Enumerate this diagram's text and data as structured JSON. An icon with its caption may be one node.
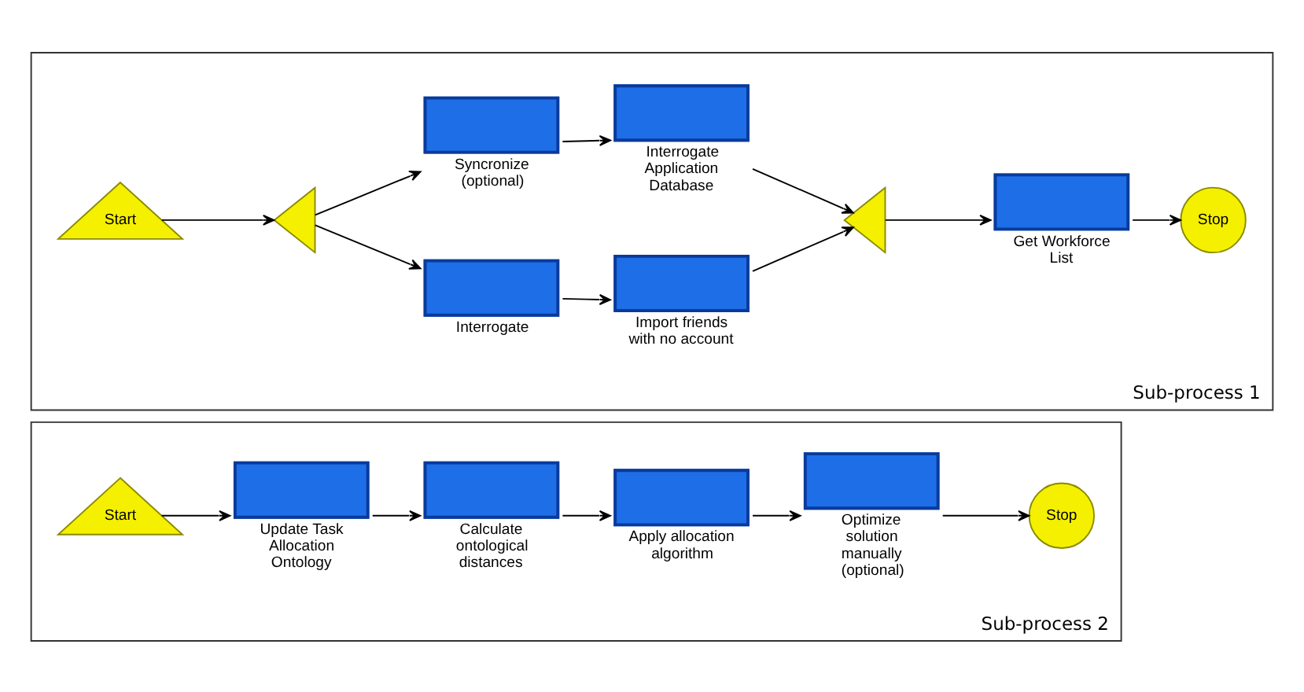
{
  "diagram": {
    "nodes": [
      {
        "text": [
          "Sub-process 1"
        ]
      },
      {
        "text": [
          "Start"
        ],
        "in": 0
      },
      {
        "text": [],
        "shape": "triangle",
        "in": 0
      },
      {
        "text": [
          "Interrogate"
        ],
        "in": 0
      },
      {
        "text": [
          "Import friends with no account"
        ],
        "in": 0
      },
      {
        "text": [
          "Syncronize (optional)"
        ],
        "in": 0
      },
      {
        "text": [
          "Interrogate Application Database"
        ],
        "in": 0
      },
      {
        "text": [],
        "shape": "triangle",
        "in": 0
      },
      {
        "text": [
          "Get Workforce List"
        ],
        "in": 0
      },
      {
        "text": [
          "Stop"
        ],
        "in": 0
      },
      {
        "text": [
          "Sub-process 2"
        ]
      },
      {
        "text": [
          "Start"
        ],
        "in": 10
      },
      {
        "text": [
          "Update Task Allocation Ontology"
        ],
        "in": 10
      },
      {
        "text": [
          "Calculate ontological distances"
        ],
        "in": 10
      },
      {
        "text": [
          "Apply allocation algorithm"
        ],
        "in": 10
      },
      {
        "text": [
          "Optimize solution manually (optional)"
        ],
        "in": 10
      },
      {
        "text": [
          "Stop"
        ],
        "in": 10
      }
    ],
    "edges": [
      {
        "from": 1,
        "to": 2,
        "arrow": "to"
      },
      {
        "from": 2,
        "to": 3,
        "arrow": "to"
      },
      {
        "from": 2,
        "to": 5,
        "arrow": "to"
      },
      {
        "from": 3,
        "to": 4,
        "arrow": "to"
      },
      {
        "from": 5,
        "to": 6,
        "arrow": "to"
      },
      {
        "from": 4,
        "to": 7,
        "arrow": "to"
      },
      {
        "from": 6,
        "to": 7,
        "arrow": "to"
      },
      {
        "from": 7,
        "to": 8,
        "arrow": "to"
      },
      {
        "from": 8,
        "to": 9,
        "arrow": "to"
      },
      {
        "from": 11,
        "to": 12,
        "arrow": "to"
      },
      {
        "from": 12,
        "to": 13,
        "arrow": "to"
      },
      {
        "from": 13,
        "to": 14,
        "arrow": "to"
      },
      {
        "from": 14,
        "to": 15,
        "arrow": "to"
      },
      {
        "from": 15,
        "to": 16,
        "arrow": "to"
      }
    ]
  }
}
